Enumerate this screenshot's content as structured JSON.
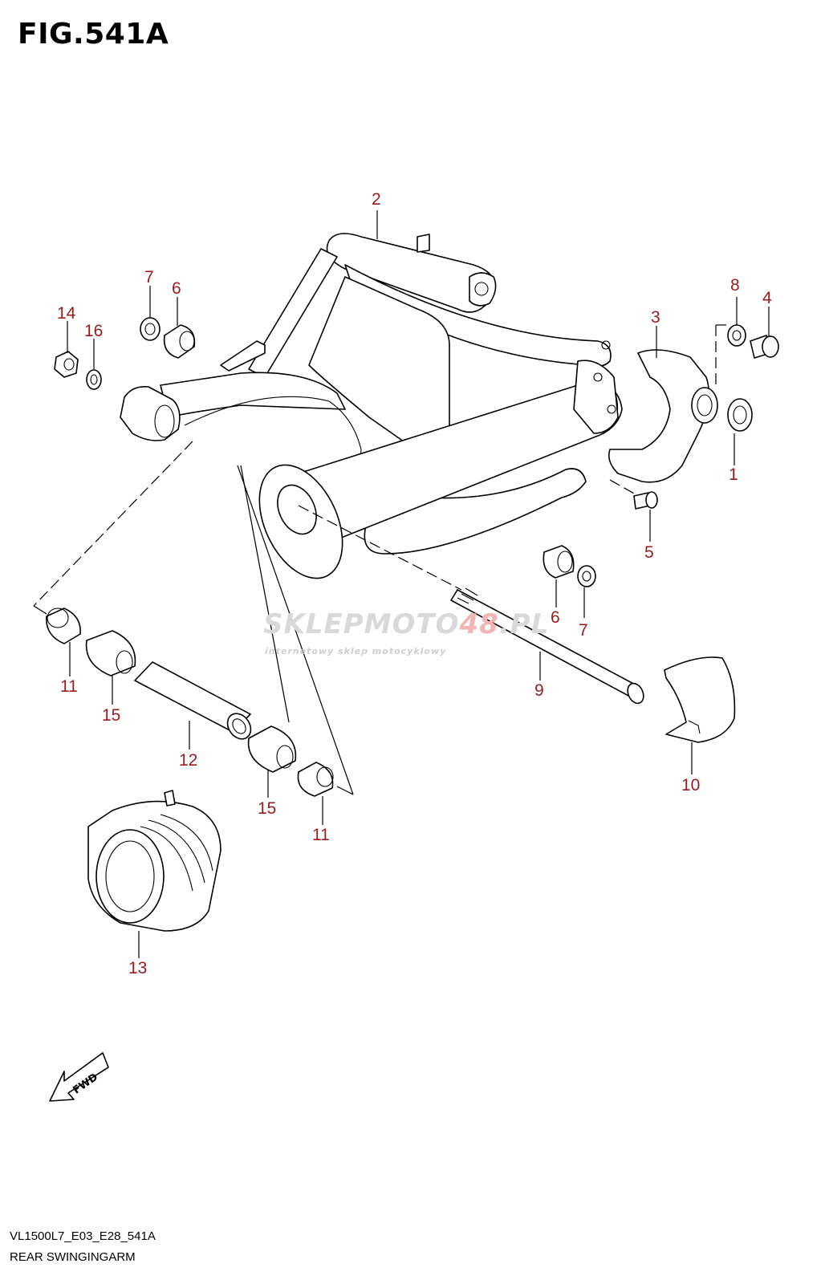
{
  "figure": {
    "title": "FIG.541A",
    "model_code": "VL1500L7_E03_E28_541A",
    "section_name": "REAR SWINGINGARM"
  },
  "watermark": {
    "main_part1": "SKLEPMOTO",
    "main_part2": "48",
    "main_part3": ".PL",
    "subtitle": "internetowy sklep motocyklowy"
  },
  "fwd_label": "FWD",
  "callouts": {
    "c1": "1",
    "c2": "2",
    "c3": "3",
    "c4": "4",
    "c5": "5",
    "c6a": "6",
    "c6b": "6",
    "c7a": "7",
    "c7b": "7",
    "c8": "8",
    "c9": "9",
    "c10": "10",
    "c11a": "11",
    "c11b": "11",
    "c12": "12",
    "c13": "13",
    "c14": "14",
    "c15a": "15",
    "c15b": "15",
    "c16": "16"
  },
  "colors": {
    "callout": "#9b1c1c",
    "line": "#000000",
    "watermark_accent": "#e06666"
  }
}
